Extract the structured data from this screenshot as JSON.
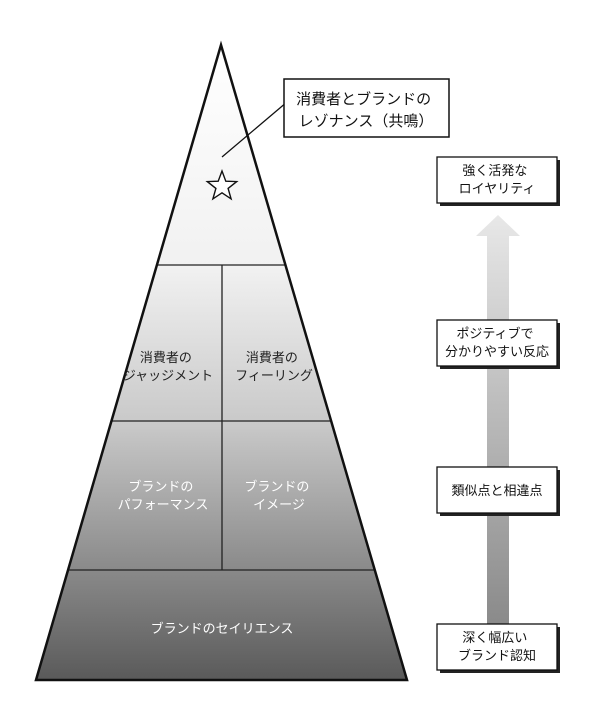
{
  "pyramid": {
    "apex_label": [
      "消費者とブランドの",
      "レゾナンス（共鳴）"
    ],
    "apex_star_icon": "star-outline-icon",
    "judgments": [
      "消費者の",
      "ジャッジメント"
    ],
    "feelings": [
      "消費者の",
      "フィーリング"
    ],
    "performance": [
      "ブランドの",
      "パフォーマンス"
    ],
    "imagery": [
      "ブランドの",
      "イメージ"
    ],
    "salience": "ブランドのセイリエンス"
  },
  "ladder": {
    "arrow_icon": "up-arrow-icon",
    "steps": [
      [
        "強く活発な",
        "ロイヤリティ"
      ],
      [
        "ポジティブで",
        "分かりやすい反応"
      ],
      [
        "類似点と相違点"
      ],
      [
        "深く幅広い",
        "ブランド認知"
      ]
    ]
  }
}
